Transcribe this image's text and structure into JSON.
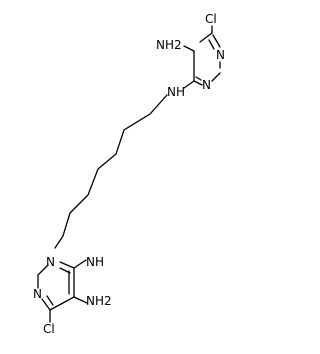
{
  "molecule": {
    "labels": {
      "upper_cl": "Cl",
      "upper_nh2": "NH2",
      "upper_n3": "N",
      "upper_n1": "N",
      "upper_nh": "N",
      "upper_h": "H",
      "lower_nh": "N",
      "lower_h": "H",
      "lower_n3": "N",
      "lower_n1": "N",
      "lower_nh2": "NH2",
      "lower_cl": "Cl"
    }
  }
}
